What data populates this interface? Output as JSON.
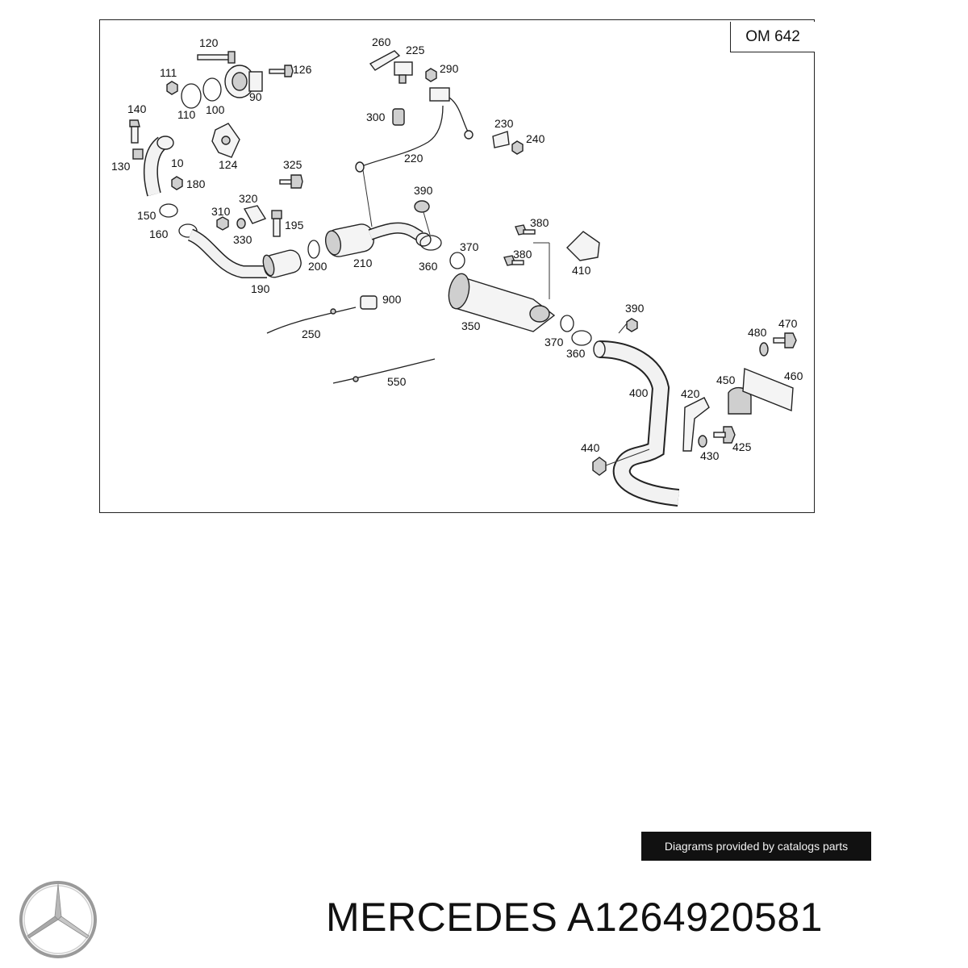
{
  "diagram": {
    "engine_code": "OM 642",
    "callouts": [
      {
        "id": "120",
        "text": "120"
      },
      {
        "id": "111",
        "text": "111"
      },
      {
        "id": "126",
        "text": "126"
      },
      {
        "id": "100",
        "text": "100"
      },
      {
        "id": "90",
        "text": "90"
      },
      {
        "id": "110",
        "text": "110"
      },
      {
        "id": "140",
        "text": "140"
      },
      {
        "id": "124",
        "text": "124"
      },
      {
        "id": "130",
        "text": "130"
      },
      {
        "id": "10",
        "text": "10"
      },
      {
        "id": "180",
        "text": "180"
      },
      {
        "id": "150",
        "text": "150"
      },
      {
        "id": "160",
        "text": "160"
      },
      {
        "id": "260",
        "text": "260"
      },
      {
        "id": "225",
        "text": "225"
      },
      {
        "id": "290",
        "text": "290"
      },
      {
        "id": "300",
        "text": "300"
      },
      {
        "id": "230",
        "text": "230"
      },
      {
        "id": "240",
        "text": "240"
      },
      {
        "id": "220",
        "text": "220"
      },
      {
        "id": "325",
        "text": "325"
      },
      {
        "id": "320",
        "text": "320"
      },
      {
        "id": "310",
        "text": "310"
      },
      {
        "id": "195",
        "text": "195"
      },
      {
        "id": "330",
        "text": "330"
      },
      {
        "id": "190",
        "text": "190"
      },
      {
        "id": "200",
        "text": "200"
      },
      {
        "id": "210",
        "text": "210"
      },
      {
        "id": "390a",
        "text": "390"
      },
      {
        "id": "380a",
        "text": "380"
      },
      {
        "id": "370a",
        "text": "370"
      },
      {
        "id": "360a",
        "text": "360"
      },
      {
        "id": "380b",
        "text": "380"
      },
      {
        "id": "410",
        "text": "410"
      },
      {
        "id": "900",
        "text": "900"
      },
      {
        "id": "250",
        "text": "250"
      },
      {
        "id": "350",
        "text": "350"
      },
      {
        "id": "390b",
        "text": "390"
      },
      {
        "id": "370b",
        "text": "370"
      },
      {
        "id": "360b",
        "text": "360"
      },
      {
        "id": "480",
        "text": "480"
      },
      {
        "id": "470",
        "text": "470"
      },
      {
        "id": "460",
        "text": "460"
      },
      {
        "id": "450",
        "text": "450"
      },
      {
        "id": "550",
        "text": "550"
      },
      {
        "id": "400",
        "text": "400"
      },
      {
        "id": "420",
        "text": "420"
      },
      {
        "id": "440",
        "text": "440"
      },
      {
        "id": "430",
        "text": "430"
      },
      {
        "id": "425",
        "text": "425"
      }
    ]
  },
  "credit": "Diagrams provided by catalogs parts",
  "part_title": "MERCEDES A1264920581",
  "colors": {
    "banner": "#111111",
    "line": "#222222"
  }
}
